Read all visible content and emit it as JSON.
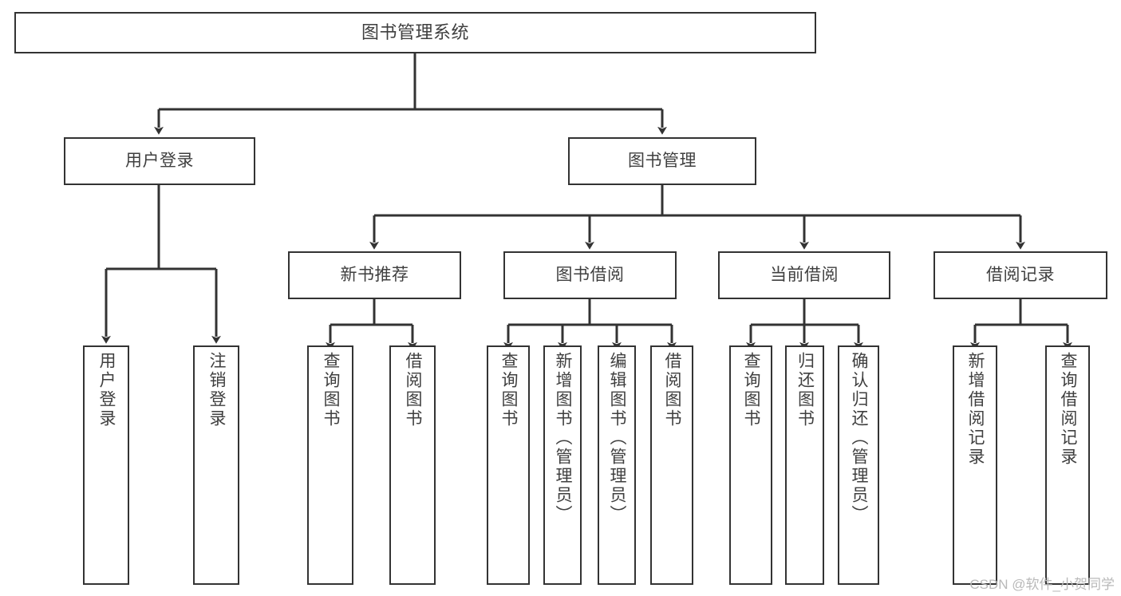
{
  "diagram": {
    "title": "图书管理系统",
    "type": "functional-structure-tree",
    "root": {
      "label": "图书管理系统"
    },
    "level2": [
      {
        "label": "用户登录"
      },
      {
        "label": "图书管理"
      }
    ],
    "level3": [
      {
        "label": "新书推荐"
      },
      {
        "label": "图书借阅"
      },
      {
        "label": "当前借阅"
      },
      {
        "label": "借阅记录"
      }
    ],
    "leaves": {
      "user_login": [
        {
          "label": "用户登录"
        },
        {
          "label": "注销登录"
        }
      ],
      "new_book_recommend": [
        {
          "label": "查询图书"
        },
        {
          "label": "借阅图书"
        }
      ],
      "book_borrow": [
        {
          "label": "查询图书"
        },
        {
          "label": "新增图书（管理员）"
        },
        {
          "label": "编辑图书（管理员）"
        },
        {
          "label": "借阅图书"
        }
      ],
      "current_borrow": [
        {
          "label": "查询图书"
        },
        {
          "label": "归还图书"
        },
        {
          "label": "确认归还（管理员）"
        }
      ],
      "borrow_record": [
        {
          "label": "新增借阅记录"
        },
        {
          "label": "查询借阅记录"
        }
      ]
    }
  },
  "watermark": {
    "text": "CSDN @软件_小贺同学"
  },
  "colors": {
    "box_border": "#333333",
    "box_fill": "#ffffff",
    "text": "#3f3f3f",
    "connector": "#333333",
    "watermark": "#b9b9b9",
    "page_background": "#ffffff"
  }
}
